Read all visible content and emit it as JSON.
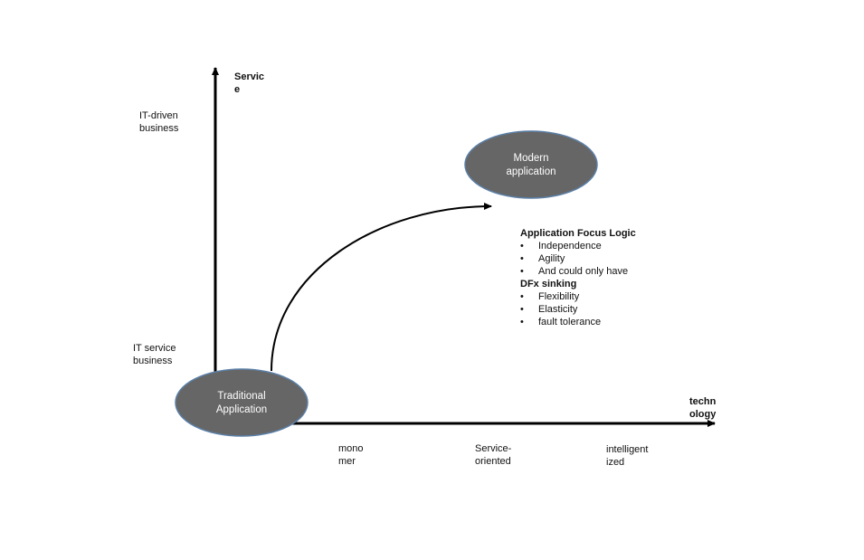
{
  "axes": {
    "y_title": "Servic\ne",
    "x_title": "techn\nology"
  },
  "y_levels": {
    "top": "IT-driven\nbusiness",
    "bottom": "IT service\nbusiness"
  },
  "x_levels": {
    "first": "mono\nmer",
    "second": "Service-\noriented",
    "third": "intelligent\nized"
  },
  "nodes": {
    "traditional": "Traditional\nApplication",
    "modern": "Modern\napplication"
  },
  "notes": {
    "heading1": "Application Focus Logic",
    "items1": [
      "Independence",
      "Agility",
      "And could only have"
    ],
    "heading2": "DFx sinking",
    "items2": [
      "Flexibility",
      "Elasticity",
      "fault tolerance"
    ]
  },
  "colors": {
    "ellipse_fill": "#666666",
    "ellipse_stroke": "#5b7fa6",
    "line": "#000000"
  }
}
